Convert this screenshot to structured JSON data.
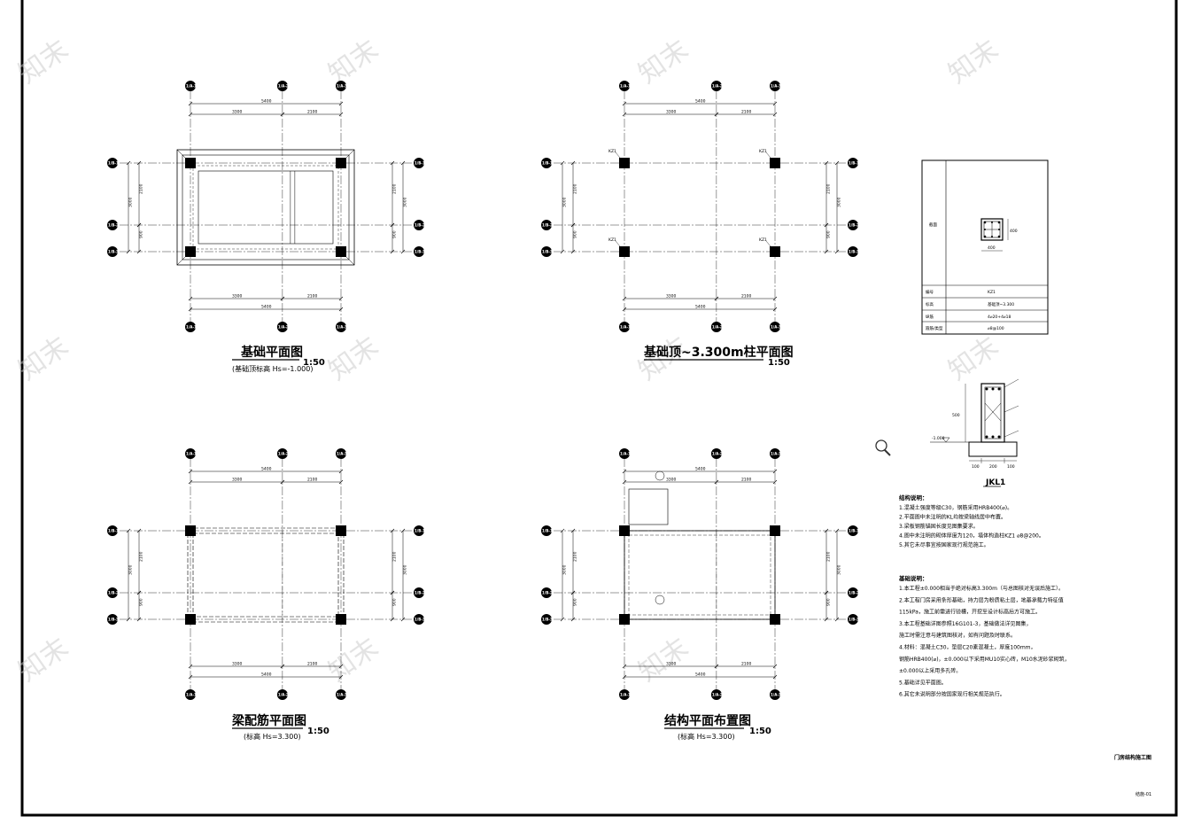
{
  "plans": [
    {
      "title": "基础平面图",
      "scale": "1:50",
      "subtitle": "(基础顶标高 Hs=-1.000)"
    },
    {
      "title": "基础顶~3.300m柱平面图",
      "scale": "1:50",
      "subtitle": ""
    },
    {
      "title": "梁配筋平面图",
      "scale": "1:50",
      "subtitle": "(标高 Hs=3.300)"
    },
    {
      "title": "结构平面布置图",
      "scale": "1:50",
      "subtitle": "(标高 Hs=3.300)"
    }
  ],
  "grid": {
    "columns": [
      "1/A-1",
      "1/A-2",
      "1/A-3"
    ],
    "rows": [
      "1/B-1",
      "1/B-2",
      "1/B-3"
    ],
    "dims_top": {
      "total": "5400",
      "left": "3300",
      "right": "2100"
    },
    "dims_side": {
      "total": "3000",
      "upper": "2100",
      "lower": "900"
    }
  },
  "column_table": {
    "header": "截面",
    "section_w": "400",
    "section_h": "400",
    "rows": [
      {
        "label": "编号",
        "value": "KZ1"
      },
      {
        "label": "标高",
        "value": "基础顶~3.300"
      },
      {
        "label": "纵筋",
        "value": "4⌀20+4⌀18"
      },
      {
        "label": "箍筋/类型",
        "value": "⌀8@100"
      }
    ]
  },
  "beam_detail": {
    "title": "JKL1",
    "level": "-1.000",
    "dims": [
      "100",
      "200",
      "100"
    ],
    "height": "500"
  },
  "notes_structure": {
    "heading": "结构说明：",
    "items": [
      "1.混凝土强度等级C30，钢筋采用HRB400(⌀)。",
      "2.平面图中未注明的KL均按梁轴线居中布置。",
      "3.梁板钢筋锚固长度见图集要求。",
      "4.图中未注明的砌体厚度为120，墙体构造柱KZ1 ⌀8@200。",
      "5.其它未尽事宜按国家现行规范施工。"
    ]
  },
  "notes_foundation": {
    "heading": "基础说明：",
    "items": [
      "1.本工程±0.000相当于绝对标高3.300m（与总图核对无误后施工）。",
      "2.本工程门房采用条形基础，持力层为粉质粘土层，地基承载力特征值",
      "  115kPa，施工前需进行验槽，开挖至设计标高后方可施工。",
      "3.本工程基础详图参照16G101-3，基础做法详见图集，",
      "  施工时需注意与建筑图核对，如有问题及时联系。",
      "4.材料：混凝土C30，垫层C20素混凝土，厚度100mm，",
      "  钢筋HRB400(⌀)，±0.000以下采用MU10实心砖，M10水泥砂浆砌筑，",
      "  ±0.000以上采用多孔砖。",
      "5.基础详见平面图。",
      "6.其它未说明部分按国家现行相关规范执行。"
    ]
  },
  "footer": {
    "project": "门房结构施工图",
    "sheet": "结施-01"
  },
  "watermark": "知末"
}
